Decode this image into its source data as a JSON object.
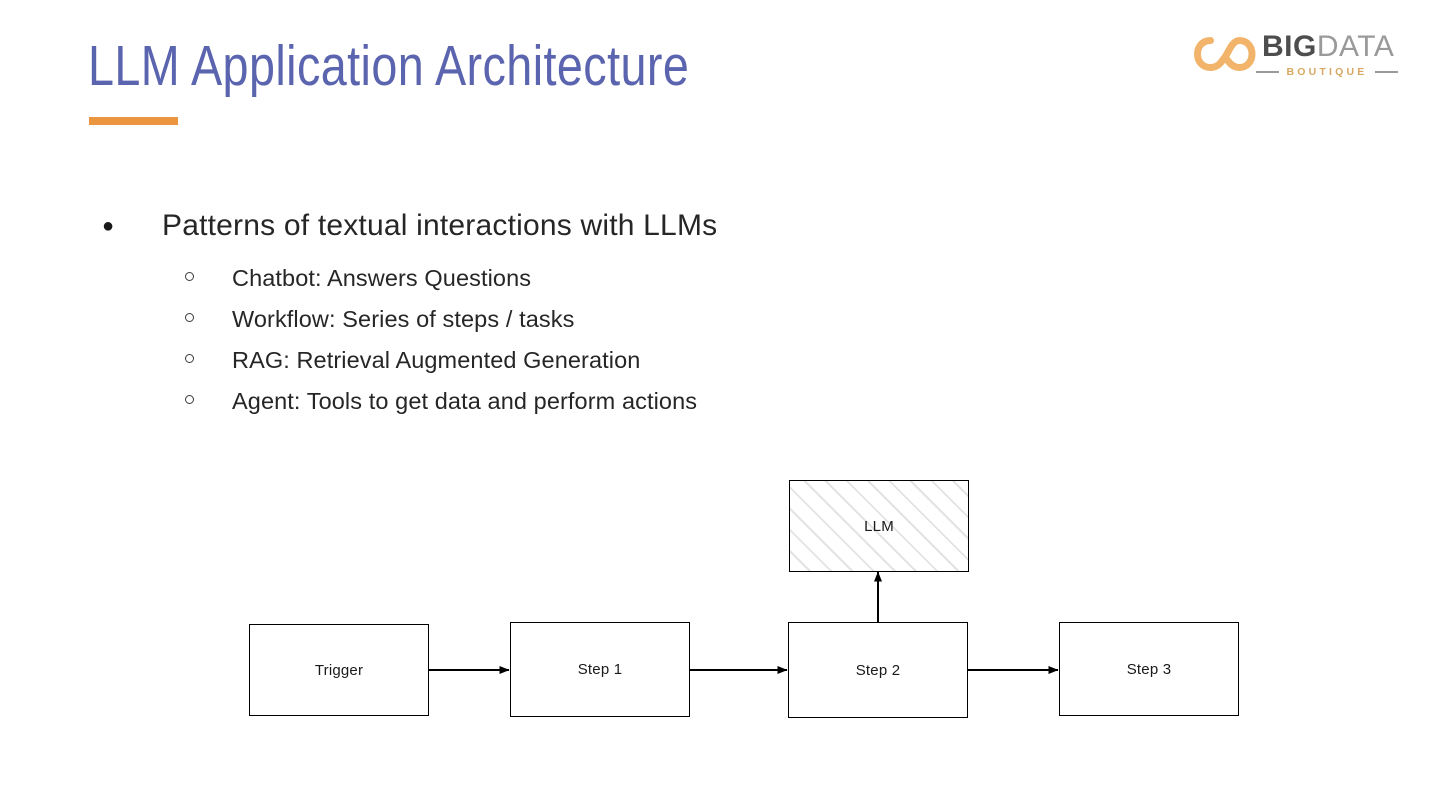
{
  "slide": {
    "title": "LLM Application Architecture",
    "accent_color": "#eb9540",
    "title_color": "#5b64ae"
  },
  "logo": {
    "mark": "infinity-icon",
    "mark_color": "#f2b46a",
    "word_big": "BIG",
    "word_data": "DATA",
    "word_boutique": "BOUTIQUE",
    "big_color": "#4d4d4d",
    "data_color": "#9a9a9a",
    "boutique_color": "#d8a762"
  },
  "bullets": {
    "level1": {
      "marker": "●",
      "text": "Patterns of textual interactions with LLMs"
    },
    "level2": [
      {
        "marker": "○",
        "text": "Chatbot: Answers Questions"
      },
      {
        "marker": "○",
        "text": "Workflow: Series of steps / tasks"
      },
      {
        "marker": "○",
        "text": "RAG: Retrieval Augmented Generation"
      },
      {
        "marker": "○",
        "text": "Agent: Tools to get data and perform actions"
      }
    ]
  },
  "diagram": {
    "nodes": [
      {
        "id": "trigger",
        "label": "Trigger"
      },
      {
        "id": "step1",
        "label": "Step 1"
      },
      {
        "id": "step2",
        "label": "Step 2"
      },
      {
        "id": "step3",
        "label": "Step 3"
      },
      {
        "id": "llm",
        "label": "LLM"
      }
    ],
    "edges": [
      {
        "from": "trigger",
        "to": "step1",
        "direction": "right"
      },
      {
        "from": "step1",
        "to": "step2",
        "direction": "right"
      },
      {
        "from": "step2",
        "to": "step3",
        "direction": "right"
      },
      {
        "from": "step2",
        "to": "llm",
        "direction": "up"
      }
    ],
    "stroke_color": "#000000",
    "llm_fill": "hatched"
  }
}
